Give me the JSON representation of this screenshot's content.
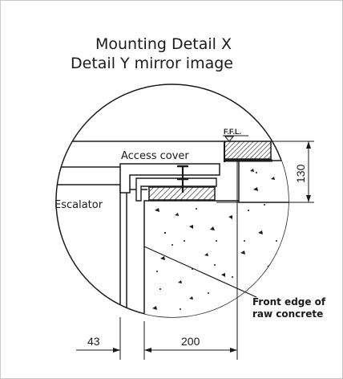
{
  "diagram": {
    "title_line1": "Mounting Detail  X",
    "title_line2": "Detail Y mirror image",
    "labels": {
      "access_cover": "Access cover",
      "escalator": "Escalator",
      "ffl": "F.F.L.",
      "front_edge_line1": "Front edge of",
      "front_edge_line2": "raw concrete"
    },
    "dimensions": {
      "height": "130",
      "gap": "43",
      "width": "200"
    }
  }
}
